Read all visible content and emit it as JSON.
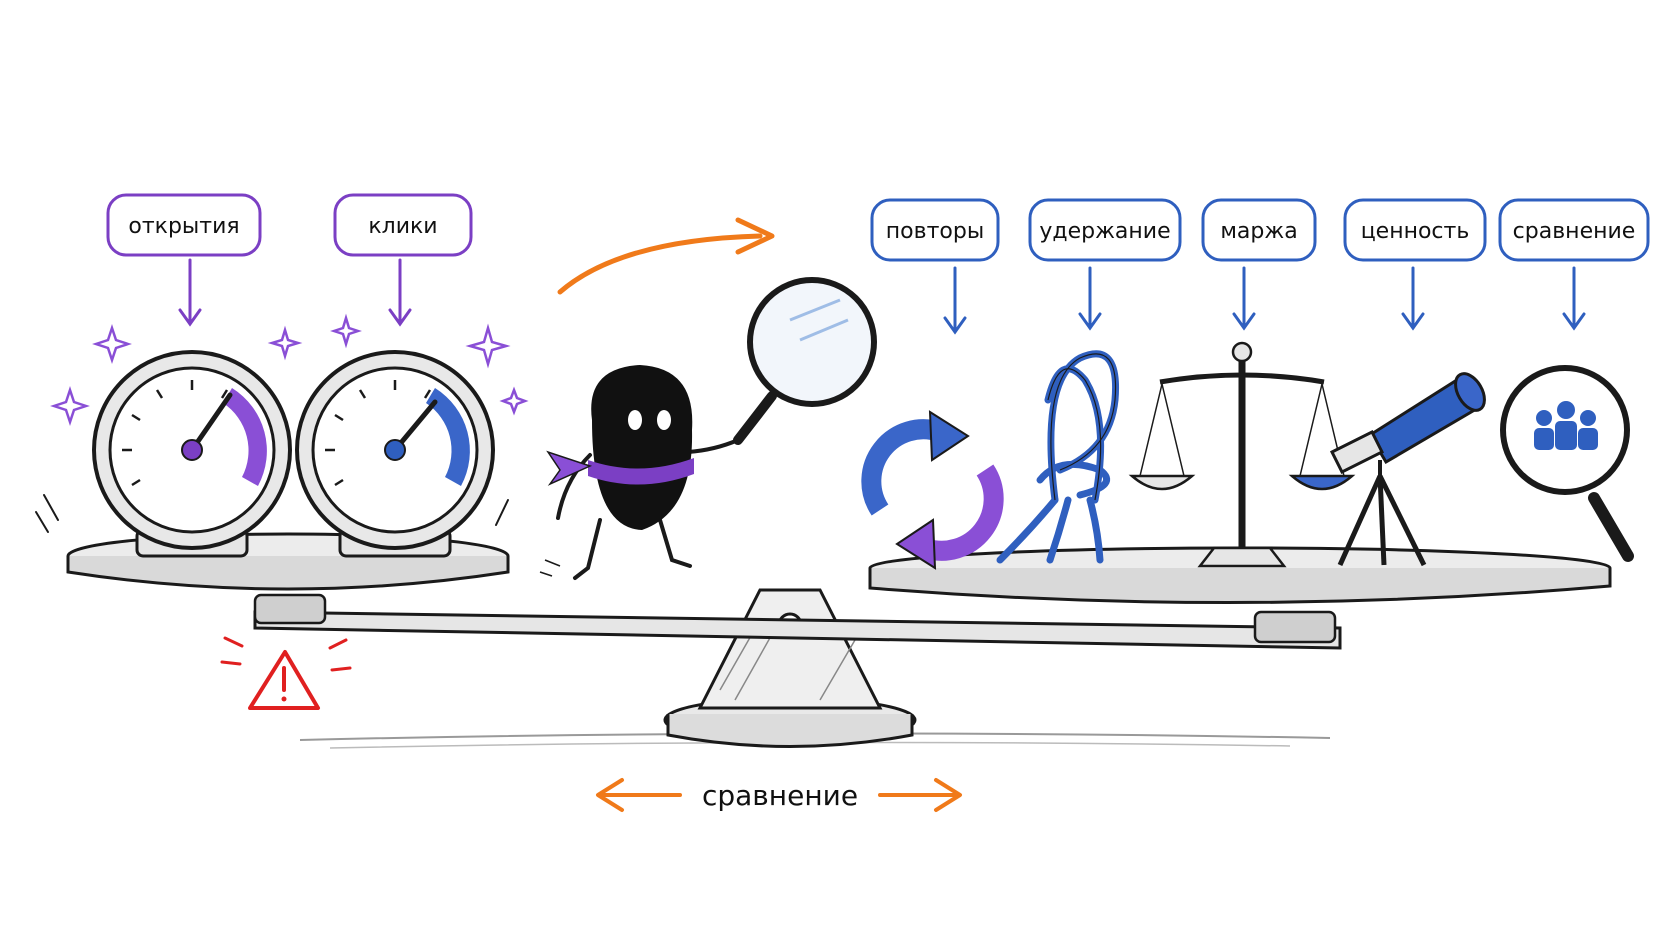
{
  "left_labels": [
    "открытия",
    "клики"
  ],
  "right_labels": [
    "повторы",
    "удержание",
    "маржа",
    "ценность",
    "сравнение"
  ],
  "bottom_label": "сравнение",
  "colors": {
    "purple": "#7b3fc4",
    "blue": "#2f5fbf",
    "orange": "#f07a1a",
    "red": "#e02020",
    "ink": "#1a1a1a"
  },
  "icons": [
    "gauge-icon",
    "gauge-icon",
    "character-icon",
    "magnifier-icon",
    "repeat-cycle-icon",
    "rope-knot-icon",
    "balance-scale-icon",
    "telescope-icon",
    "people-magnifier-icon",
    "warning-icon"
  ]
}
